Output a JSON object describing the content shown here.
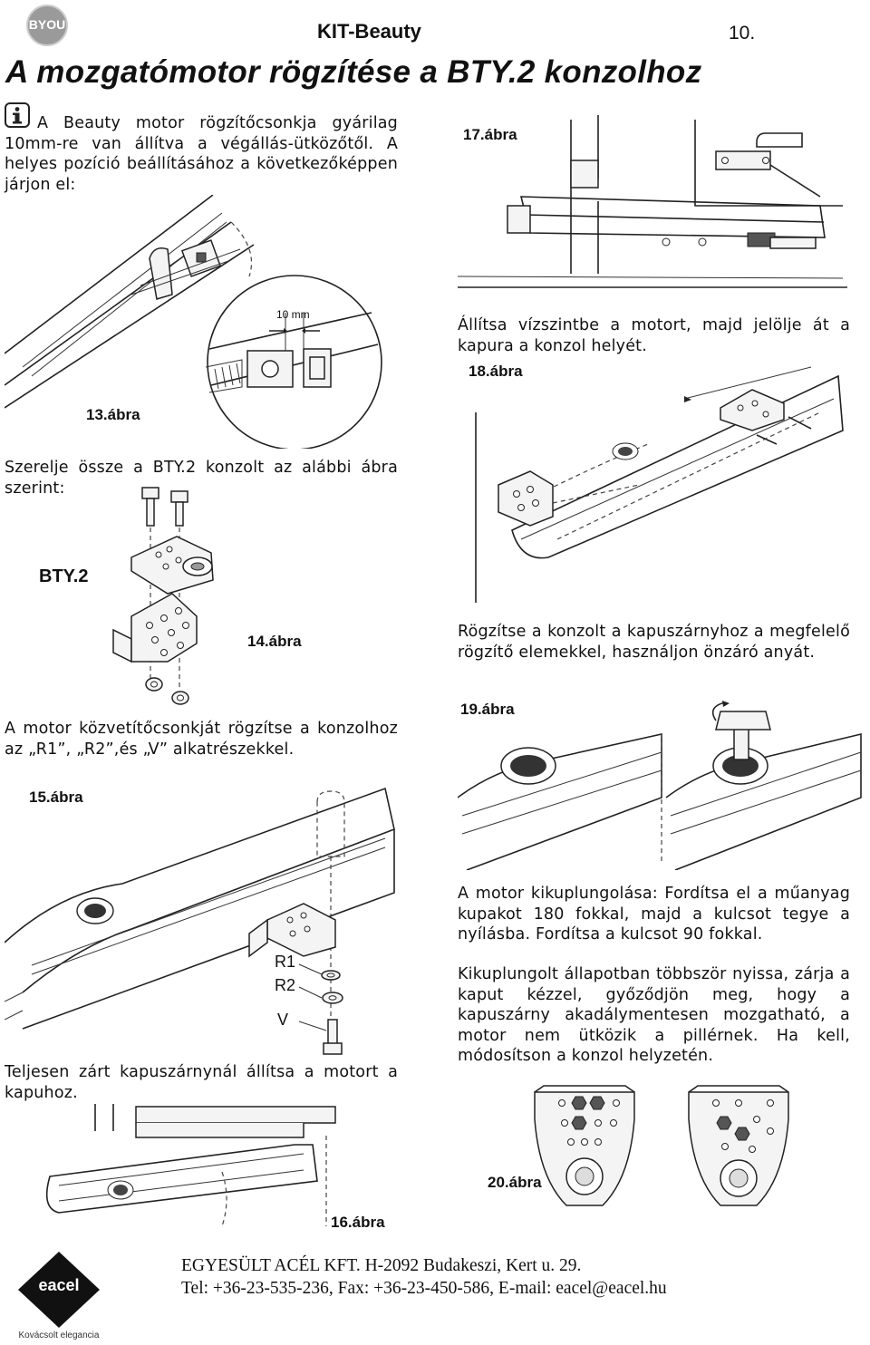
{
  "header": {
    "brand_logo_text": "BYOU",
    "doc_title": "KIT-Beauty",
    "page_number": "10."
  },
  "main_title": "A mozgatómotor rögzítése a BTY.2 konzolhoz",
  "texts": {
    "intro": "A Beauty motor rögzítőcsonkja gyárilag 10mm-re van állítva a végállás-ütközőtől. A helyes pozíció beállításához a következőképpen járjon el:",
    "step_assemble": "Szerelje össze a BTY.2 konzolt az alábbi ábra szerint:",
    "step_fix_motor": "A motor közvetítőcsonkját rögzítse a konzolhoz az „R1”, „R2”,és „V” alkatrészekkel.",
    "step_closed": "Teljesen zárt kapuszárnynál állítsa a motort a kapuhoz.",
    "step_level": "Állítsa vízszintbe a motort, majd jelölje át a kapura a konzol helyét.",
    "step_fasten": "Rögzítse a konzolt a kapuszárnyhoz a megfelelő rögzítő elemekkel, használjon önzáró anyát.",
    "step_unlock": "A motor kikuplungolása: Fordítsa el a műanyag kupakot 180 fokkal, majd a kulcsot tegye a nyílásba. Fordítsa a kulcsot 90 fokkal.",
    "step_check": "Kikuplungolt állapotban többször nyissa, zárja a kaput kézzel, győződjön meg, hogy a kapuszárny akadálymentesen mozgatható, a motor nem ütközik a pillérnek. Ha kell, módosítson a konzol helyzetén."
  },
  "figures": {
    "fig13": "13.ábra",
    "fig13_dim": "10 mm",
    "fig14": "14.ábra",
    "fig14_part": "BTY.2",
    "fig15": "15.ábra",
    "fig15_r1": "R1",
    "fig15_r2": "R2",
    "fig15_v": "V",
    "fig16": "16.ábra",
    "fig17": "17.ábra",
    "fig18": "18.ábra",
    "fig19": "19.ábra",
    "fig20": "20.ábra"
  },
  "footer": {
    "company": "EGYESÜLT ACÉL KFT. H-2092 Budakeszi, Kert u. 29.",
    "contact": "Tel: +36-23-535-236, Fax: +36-23-450-586, E-mail: eacel@eacel.hu",
    "logo_text": "eacel",
    "tagline": "Kovácsolt elegancia"
  }
}
